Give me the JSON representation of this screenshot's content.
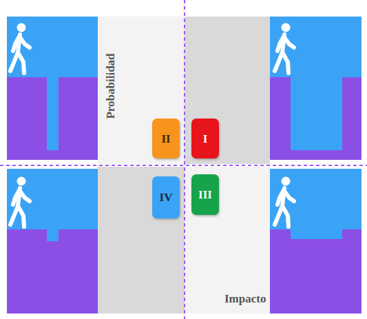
{
  "diagram": {
    "nodes": [
      {
        "text": [
          "II"
        ]
      },
      {
        "text": [
          "I"
        ]
      },
      {
        "text": [
          "IV"
        ]
      },
      {
        "text": [
          "III"
        ]
      }
    ],
    "labels": [
      "Probabilidad",
      "Impacto"
    ]
  }
}
